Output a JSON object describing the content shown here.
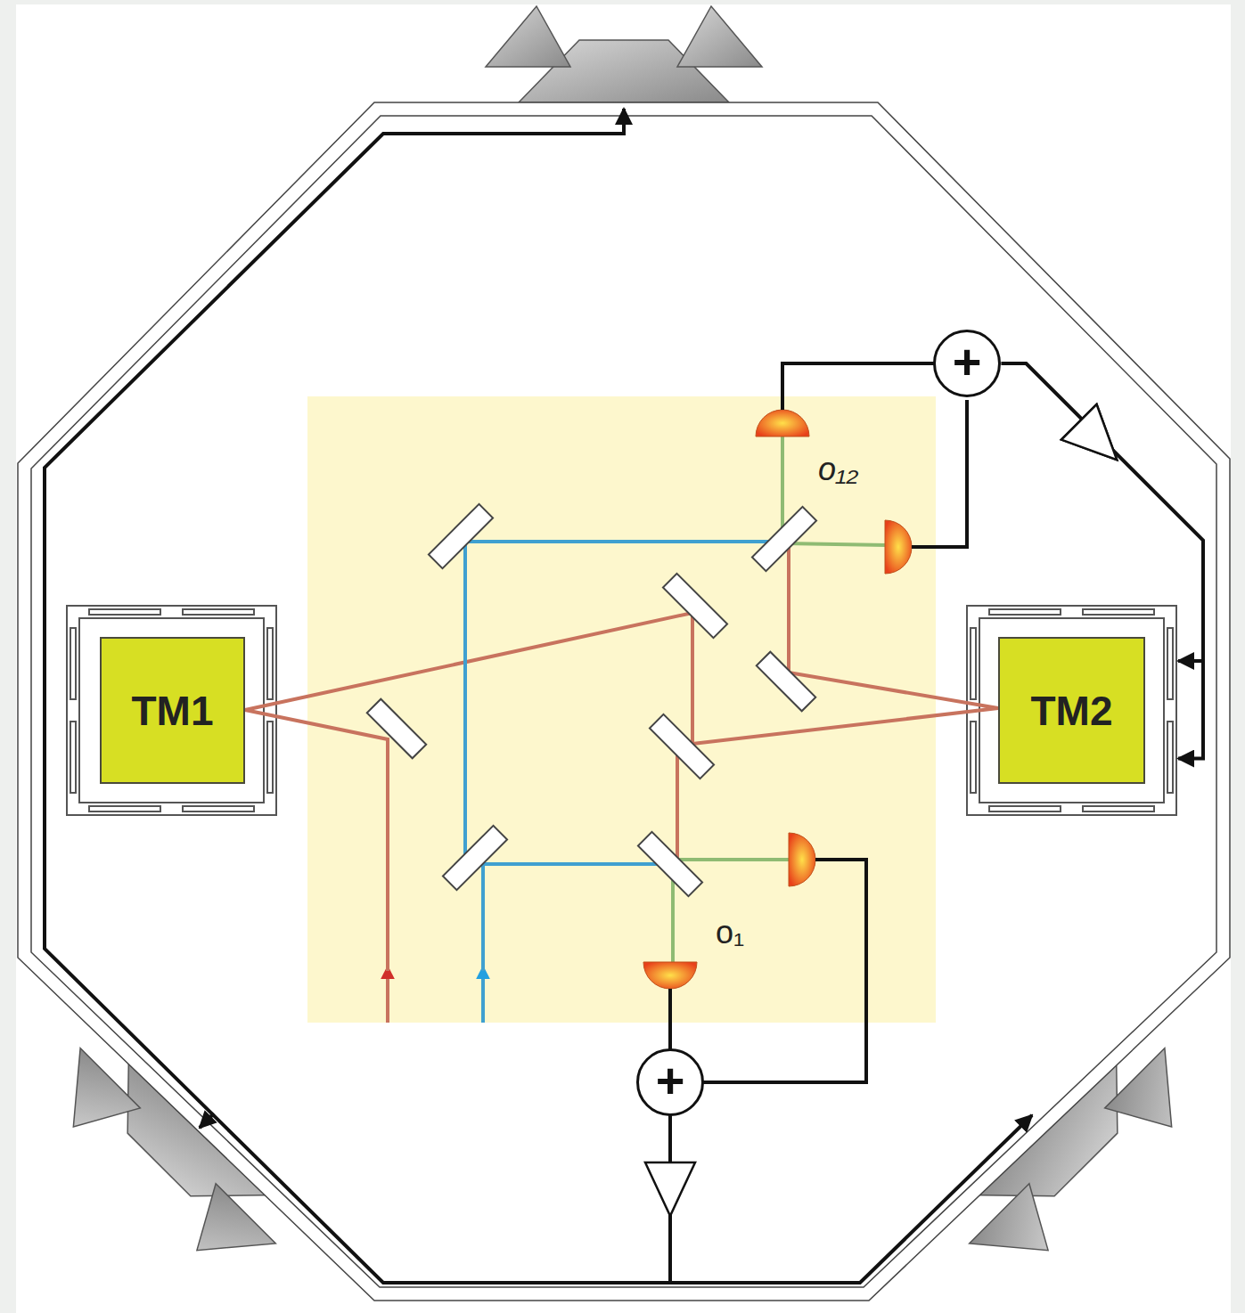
{
  "diagram": {
    "nodes": [
      {
        "text": [
          "TM1"
        ]
      },
      {
        "text": [
          "TM2"
        ]
      },
      {
        "text": [
          "+"
        ]
      },
      {
        "text": [
          "+"
        ]
      }
    ],
    "edges": [
      {
        "from": 2,
        "to": 1,
        "arrow": "to"
      }
    ],
    "labels": [
      "o₁₂",
      "o₁"
    ]
  }
}
